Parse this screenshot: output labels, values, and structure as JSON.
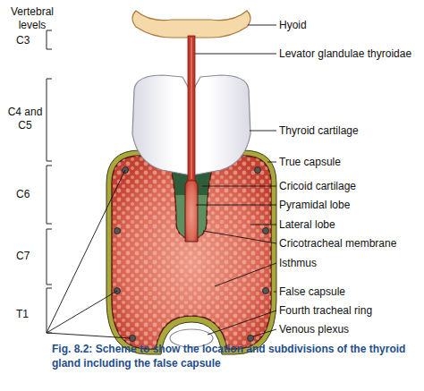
{
  "diagram": {
    "caption": "Fig. 8.2: Scheme to show the location and subdivisions of the thyroid gland including the false capsule",
    "labels": [
      "Vertebral levels",
      "C3",
      "C4 and C5",
      "C6",
      "C7",
      "T1",
      "Hyoid",
      "Levator glandulae thyroidae",
      "Thyroid cartilage",
      "True capsule",
      "Cricoid cartilage",
      "Pyramidal lobe",
      "Lateral lobe",
      "Cricotracheal membrane",
      "Isthmus",
      "False capsule",
      "Fourth tracheal ring",
      "Venous plexus"
    ]
  }
}
